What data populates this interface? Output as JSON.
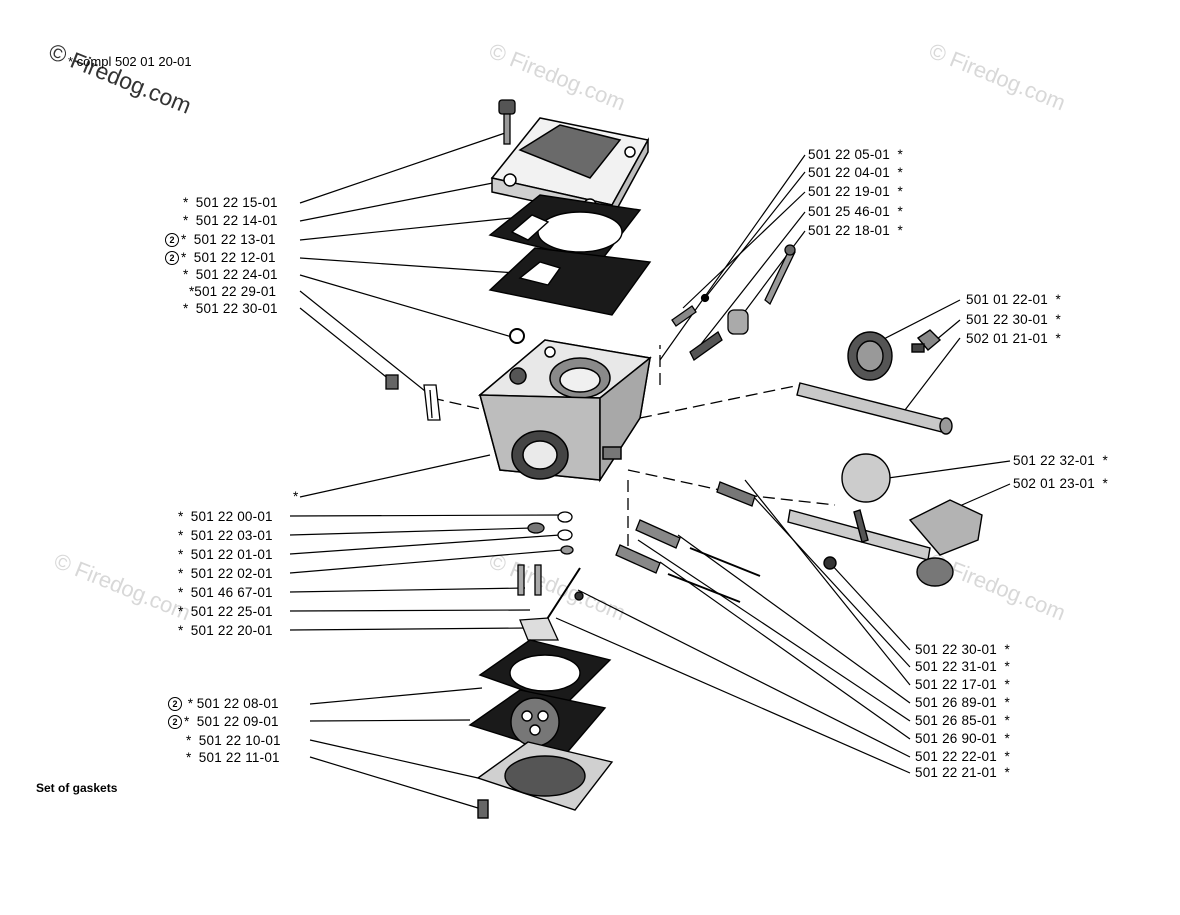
{
  "header": {
    "compl_label": "compl 502 01 20-01",
    "watermark": "© Firedog.com"
  },
  "footer": {
    "set_label": "Set of gaskets"
  },
  "left_top": [
    {
      "prefix": "",
      "star_before": "*",
      "part": "501 22 15-01",
      "star_after": ""
    },
    {
      "prefix": "",
      "star_before": "*",
      "part": "501 22 14-01",
      "star_after": ""
    },
    {
      "prefix": "2",
      "star_before": "*",
      "part": "501 22 13-01",
      "star_after": ""
    },
    {
      "prefix": "2",
      "star_before": "*",
      "part": "501 22 12-01",
      "star_after": ""
    },
    {
      "prefix": "",
      "star_before": "*",
      "part": "501 22 24-01",
      "star_after": ""
    },
    {
      "prefix": "",
      "star_before": "*",
      "part": "501 22 29-01",
      "star_after": ""
    },
    {
      "prefix": "",
      "star_before": "*",
      "part": "501 22 30-01",
      "star_after": ""
    }
  ],
  "body_marker": "*",
  "left_mid": [
    {
      "star_before": "*",
      "part": "501 22 00-01"
    },
    {
      "star_before": "*",
      "part": "501 22 03-01"
    },
    {
      "star_before": "*",
      "part": "501 22 01-01"
    },
    {
      "star_before": "*",
      "part": "501 22 02-01"
    },
    {
      "star_before": "*",
      "part": "501 46 67-01"
    },
    {
      "star_before": "*",
      "part": "501 22 25-01"
    },
    {
      "star_before": "*",
      "part": "501 22 20-01"
    }
  ],
  "left_bottom": [
    {
      "prefix": "2",
      "star_before": "*",
      "part": "501 22 08-01"
    },
    {
      "prefix": "2",
      "star_before": "*",
      "part": "501 22 09-01"
    },
    {
      "prefix": "",
      "star_before": "*",
      "part": "501 22 10-01"
    },
    {
      "prefix": "",
      "star_before": "*",
      "part": "501 22 11-01"
    }
  ],
  "right_top": [
    {
      "part": "501 22 05-01",
      "star_after": "*"
    },
    {
      "part": "501 22 04-01",
      "star_after": "*"
    },
    {
      "part": "501 22 19-01",
      "star_after": "*"
    },
    {
      "part": "501 25 46-01",
      "star_after": "*"
    },
    {
      "part": "501 22 18-01",
      "star_after": "*"
    }
  ],
  "right_mid": [
    {
      "part": "501 01 22-01",
      "star_after": "*"
    },
    {
      "part": "501 22 30-01",
      "star_after": "*"
    },
    {
      "part": "502 01 21-01",
      "star_after": "*"
    }
  ],
  "right_lower": [
    {
      "part": "501 22 32-01",
      "star_after": "*"
    },
    {
      "part": "502 01 23-01",
      "star_after": "*"
    }
  ],
  "right_bottom": [
    {
      "part": "501 22 30-01",
      "star_after": "*"
    },
    {
      "part": "501 22 31-01",
      "star_after": "*"
    },
    {
      "part": "501 22 17-01",
      "star_after": "*"
    },
    {
      "part": "501 26 89-01",
      "star_after": "*"
    },
    {
      "part": "501 26 85-01",
      "star_after": "*"
    },
    {
      "part": "501 26 90-01",
      "star_after": "*"
    },
    {
      "part": "501 22 22-01",
      "star_after": "*"
    },
    {
      "part": "501 22 21-01",
      "star_after": "*"
    }
  ]
}
